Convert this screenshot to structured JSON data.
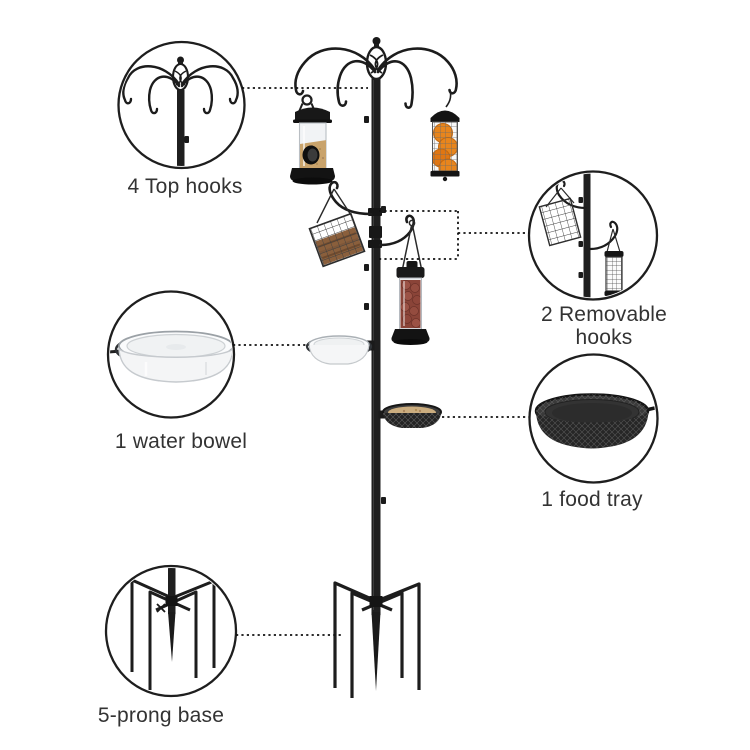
{
  "page": {
    "background": "#ffffff",
    "title": "Bird feeding station feature diagram",
    "product": "bird feeding station with feeders, water bowl, food tray and 5-prong ground base"
  },
  "callouts": [
    {
      "id": "top-hooks",
      "label": "4 Top hooks"
    },
    {
      "id": "water-bowl",
      "label": "1 water bowel"
    },
    {
      "id": "five-prong-base",
      "label": "5-prong base"
    },
    {
      "id": "removable-hooks",
      "label": "2 Removable hooks"
    },
    {
      "id": "food-tray",
      "label": "1 food tray"
    }
  ],
  "colors": {
    "line_art": "#1e1e1e",
    "label_text": "#333333",
    "pole_black": "#1f1f1f",
    "seed_tan": "#c9a36b",
    "orange_fruit": "#e8851c",
    "suet_brown": "#8a5f3c",
    "peanut_red": "#8a4438",
    "bowl_white": "#f5f6f7",
    "tray_mesh_dark": "#2f2f2f"
  }
}
